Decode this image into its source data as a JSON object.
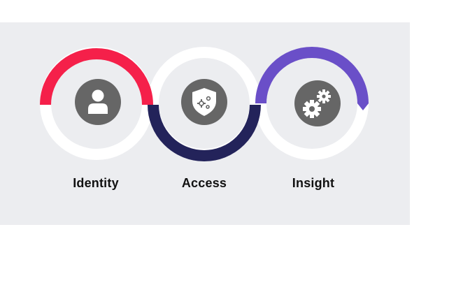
{
  "steps": [
    {
      "label": "Identity",
      "icon": "user-icon",
      "color": "#f5204a"
    },
    {
      "label": "Access",
      "icon": "shield-gears-icon",
      "color": "#23235a"
    },
    {
      "label": "Insight",
      "icon": "gears-icon",
      "color": "#6a4fc8"
    }
  ],
  "colors": {
    "panel": "#ecedf0",
    "ring": "#ffffff",
    "icon_circle": "#666666",
    "icon_glyph": "#ffffff"
  }
}
